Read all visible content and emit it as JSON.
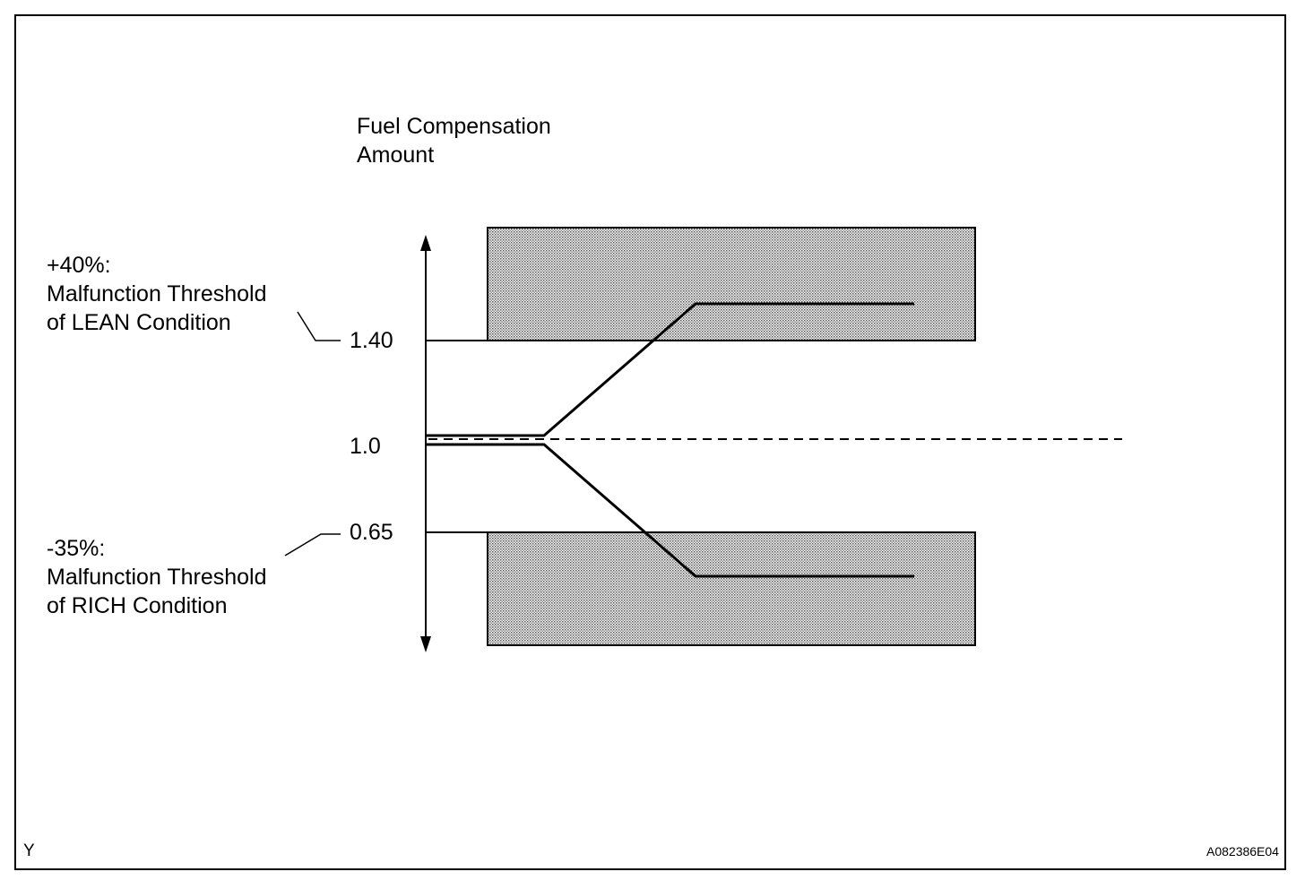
{
  "title": {
    "line1": "Fuel Compensation",
    "line2": "Amount"
  },
  "lean_label": {
    "line1": "+40%:",
    "line2": "Malfunction Threshold",
    "line3": "of LEAN Condition"
  },
  "rich_label": {
    "line1": "-35%:",
    "line2": "Malfunction Threshold",
    "line3": "of RICH Condition"
  },
  "ticks": {
    "upper": "1.40",
    "middle": "1.0",
    "lower": "0.65"
  },
  "corner_left": "Y",
  "figure_code": "A082386E04",
  "colors": {
    "line": "#000000",
    "shade": "#d4d4d4",
    "background": "#ffffff"
  }
}
